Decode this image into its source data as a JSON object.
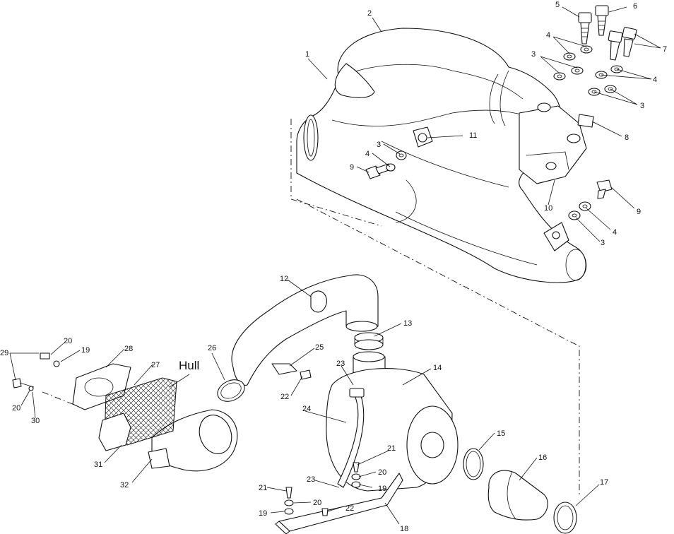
{
  "diagram": {
    "labels": {
      "n1": "1",
      "n2": "2",
      "n3a": "3",
      "n3b": "3",
      "n3c": "3",
      "n3d": "3",
      "n4a": "4",
      "n4b": "4",
      "n4c": "4",
      "n4d": "4",
      "n5": "5",
      "n6": "6",
      "n7": "7",
      "n8": "8",
      "n9a": "9",
      "n9b": "9",
      "n10": "10",
      "n11": "11",
      "n12": "12",
      "n13": "13",
      "n14": "14",
      "n15": "15",
      "n16": "16",
      "n17": "17",
      "n18": "18",
      "n19a": "19",
      "n19b": "19",
      "n19c": "19",
      "n20a": "20",
      "n20b": "20",
      "n20c": "20",
      "n20d": "20",
      "n21a": "21",
      "n21b": "21",
      "n22a": "22",
      "n22b": "22",
      "n23a": "23",
      "n23b": "23",
      "n24": "24",
      "n25": "25",
      "n26": "26",
      "n27": "27",
      "n28": "28",
      "n29": "29",
      "n30": "30",
      "n31": "31",
      "n32": "32",
      "hull": "Hull"
    }
  }
}
